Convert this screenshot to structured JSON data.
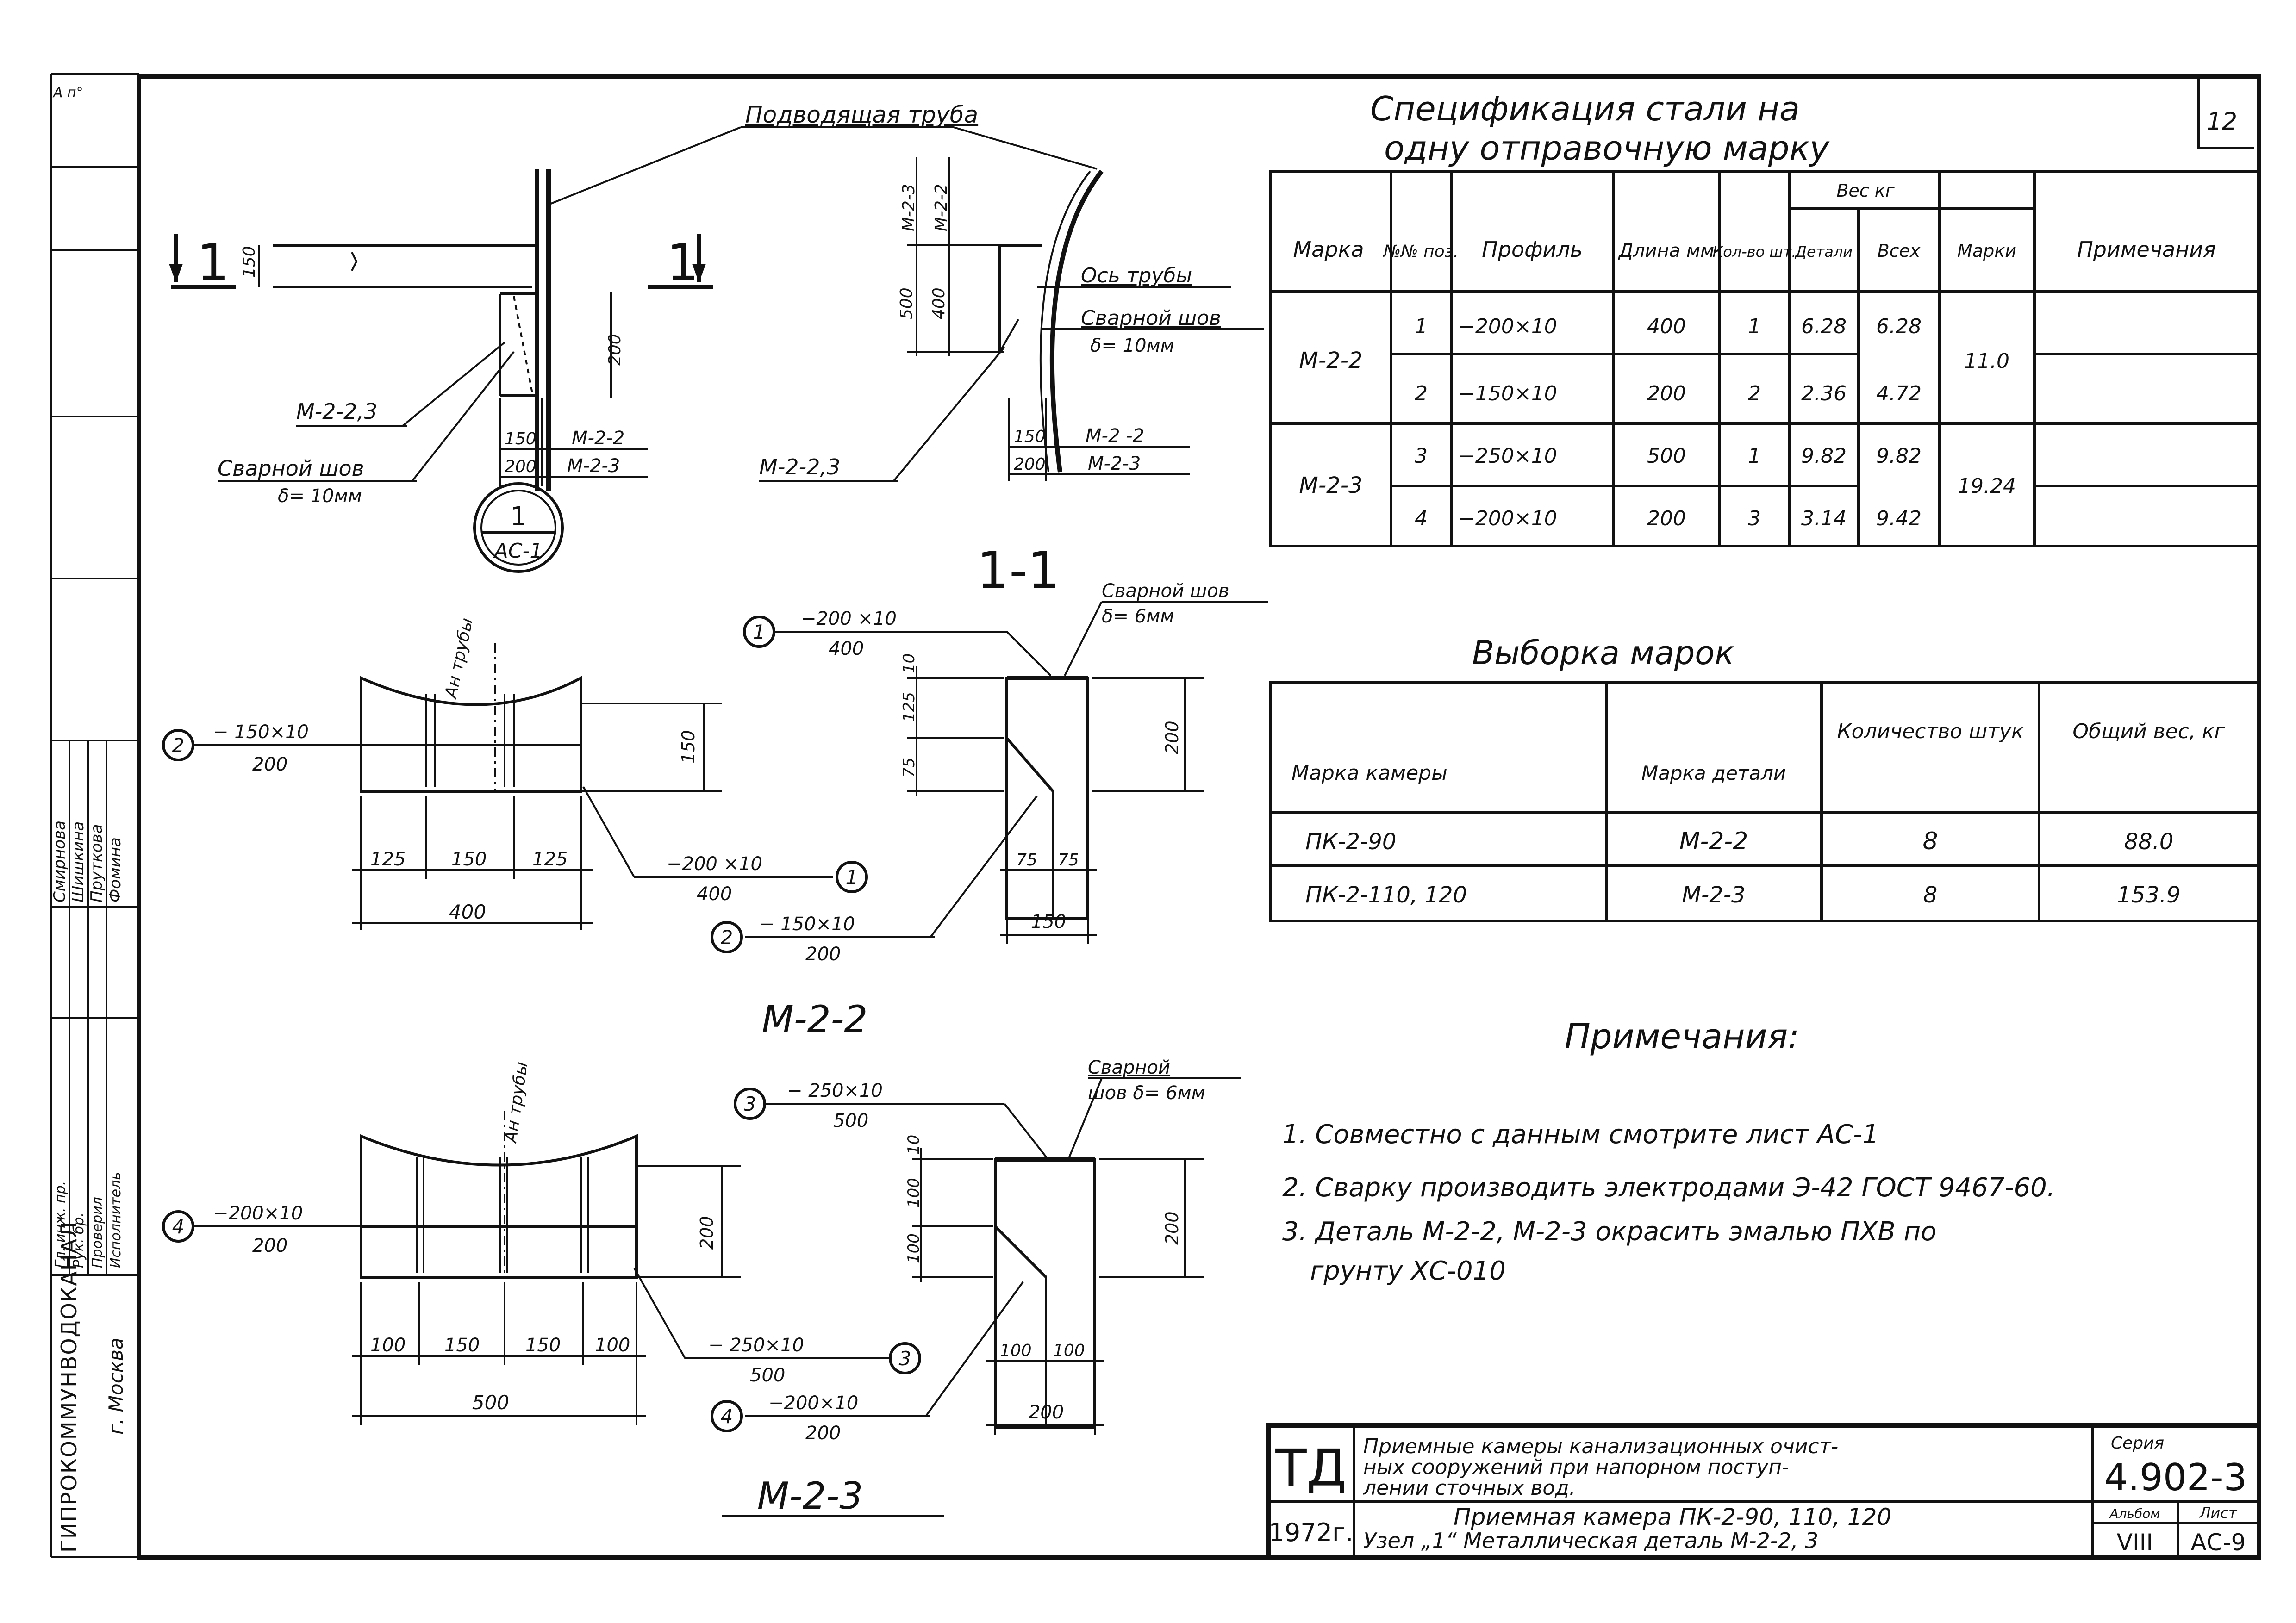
{
  "page_no": "12",
  "side_stamp": {
    "org": "ГИПРОКОММУНВОДОКАНАЛ",
    "city": "г. Москва",
    "corner": "А п°",
    "rows": [
      {
        "role": "Гл. инж. пр.",
        "name": "Смирнова"
      },
      {
        "role": "Рук. бр.",
        "name": "Шишкина"
      },
      {
        "role": "Проверил",
        "name": "Пруткова"
      },
      {
        "role": "Исполнитель",
        "name": "Фомина"
      }
    ]
  },
  "spec": {
    "title1": "Спецификация стали на",
    "title2": "одну отправочную марку",
    "headers": {
      "mark": "Марка",
      "pos": "№№ поз.",
      "profile": "Профиль",
      "length": "Длина мм",
      "qty": "Кол-во шт.",
      "weight_group": "Вес кг",
      "w_detail": "Детали",
      "w_all": "Всех",
      "w_mark": "Марки",
      "note": "Примечания"
    },
    "groups": [
      {
        "mark": "М-2-2",
        "mark_weight": "11.0",
        "rows": [
          {
            "pos": "1",
            "profile": "−200×10",
            "length": "400",
            "qty": "1",
            "w_detail": "6.28",
            "w_all": "6.28"
          },
          {
            "pos": "2",
            "profile": "−150×10",
            "length": "200",
            "qty": "2",
            "w_detail": "2.36",
            "w_all": "4.72"
          }
        ]
      },
      {
        "mark": "М-2-3",
        "mark_weight": "19.24",
        "rows": [
          {
            "pos": "3",
            "profile": "−250×10",
            "length": "500",
            "qty": "1",
            "w_detail": "9.82",
            "w_all": "9.82"
          },
          {
            "pos": "4",
            "profile": "−200×10",
            "length": "200",
            "qty": "3",
            "w_detail": "3.14",
            "w_all": "9.42"
          }
        ]
      }
    ]
  },
  "selection": {
    "title": "Выборка марок",
    "headers": [
      "Марка камеры",
      "Марка детали",
      "Количество штук",
      "Общий вес, кг"
    ],
    "rows": [
      [
        "ПК-2-90",
        "М-2-2",
        "8",
        "88.0"
      ],
      [
        "ПК-2-110, 120",
        "М-2-3",
        "8",
        "153.9"
      ]
    ]
  },
  "notes": {
    "title": "Примечания:",
    "items": [
      "1. Совместно с данным смотрите лист АС-1",
      "2. Сварку производить электродами Э-42 ГОСТ 9467-60.",
      "3. Деталь М-2-2, М-2-3 окрасить эмалью ПХВ по",
      "грунту ХС-010"
    ]
  },
  "title_block": {
    "logo": "ТД",
    "description": [
      "Приемные камеры канализационных очист-",
      "ных сооружений при напорном поступ-",
      "лении сточных вод."
    ],
    "series_label": "Серия",
    "series": "4.902-3",
    "year": "1972г.",
    "sheet_title": "Приемная камера ПК-2-90, 110, 120",
    "sheet_subtitle": "Узел „1“ Металлическая деталь М-2-2, 3",
    "album_label": "Альбом",
    "album": "VIII",
    "sheet_label": "Лист",
    "sheet": "АС-9"
  },
  "drawing": {
    "node": {
      "pipe_label": "Подводящая труба",
      "section_mark": "1",
      "pipe_axis": "Ось трубы",
      "weld_label": "Сварной шов",
      "weld_10": "δ= 10мм",
      "mark_23": "М-2-2,3",
      "m22": "М-2-2",
      "m23": "М-2-3",
      "m2_2b": "М-2 -2",
      "bubble_top": "1",
      "bubble_bottom": "АС-1",
      "d150": "150",
      "d200": "200",
      "d400": "400",
      "d500": "500"
    },
    "section_title": "1-1",
    "m22": {
      "title": "М-2-2",
      "pos1": "1",
      "pos2": "2",
      "p1_size": "−200 ×10",
      "p1_len": "400",
      "p2_size": "− 150×10",
      "p2_len": "200",
      "axis": "Ан трубы",
      "weld": "Сварной шов",
      "weld6": "δ= 6мм",
      "dims": [
        "125",
        "150",
        "125"
      ],
      "total": "400",
      "h150": "150",
      "side": [
        "10",
        "125",
        "75"
      ],
      "side_total": "200",
      "bottom": [
        "75",
        "75"
      ],
      "bottom_total": "150"
    },
    "m23": {
      "title": "М-2-3",
      "pos3": "3",
      "pos4": "4",
      "p3_size": "− 250×10",
      "p3_len": "500",
      "p4_size": "−200×10",
      "p4_len": "200",
      "axis": "Ан трубы",
      "weld": "Сварной",
      "weld6": "шов δ= 6мм",
      "dims": [
        "100",
        "150",
        "150",
        "100"
      ],
      "total": "500",
      "h200": "200",
      "side": [
        "10",
        "100",
        "100"
      ],
      "side_total": "200",
      "bottom": [
        "100",
        "100"
      ],
      "bottom_total": "200"
    }
  }
}
